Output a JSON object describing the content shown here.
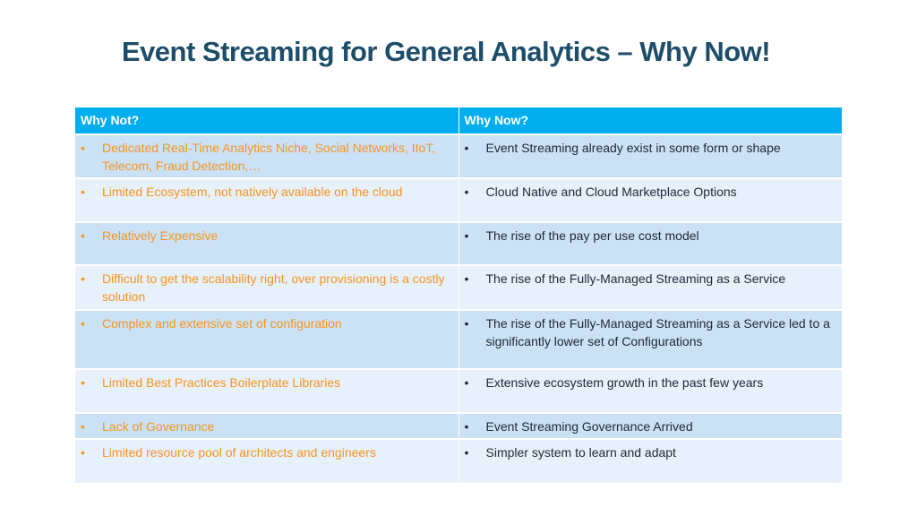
{
  "title": "Event Streaming for General Analytics – Why Now!",
  "table": {
    "headers": [
      "Why Not?",
      "Why Now?"
    ],
    "rows": [
      {
        "why_not": "Dedicated Real-Time Analytics Niche, Social Networks, IIoT, Telecom, Fraud Detection,…",
        "why_now": "Event Streaming already exist in some form or shape"
      },
      {
        "why_not": "Limited Ecosystem, not natively available on the cloud",
        "why_now": "Cloud Native and Cloud Marketplace Options"
      },
      {
        "why_not": "Relatively Expensive",
        "why_now": "The rise of the pay per use cost model"
      },
      {
        "why_not": "Difficult to get the scalability right, over provisioning is a costly solution",
        "why_now": "The rise of the Fully-Managed Streaming as a Service"
      },
      {
        "why_not": "Complex and extensive set of configuration",
        "why_now": "The rise of the Fully-Managed Streaming as a Service led to a significantly lower set of Configurations"
      },
      {
        "why_not": "Limited Best Practices Boilerplate Libraries",
        "why_now": "Extensive ecosystem growth in the past few years"
      },
      {
        "why_not": "Lack of Governance",
        "why_now": "Event Streaming Governance Arrived"
      },
      {
        "why_not": "Limited resource pool of architects and engineers",
        "why_now": "Simpler system to learn and adapt"
      }
    ]
  },
  "colors": {
    "header": "#00aeef",
    "title": "#1d4d68",
    "why_not_text": "#f7941d",
    "row_dark": "#cbe2f6",
    "row_light": "#e7f1fb"
  }
}
